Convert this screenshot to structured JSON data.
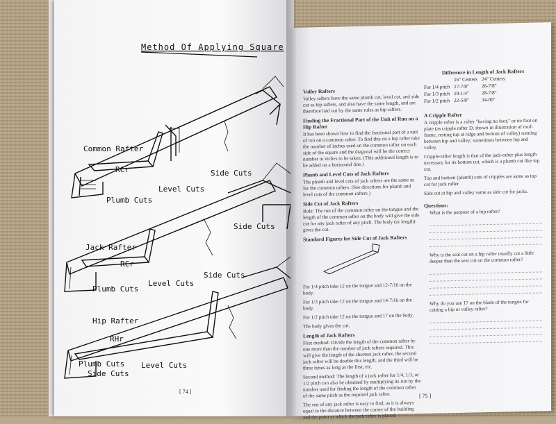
{
  "left_page": {
    "title": "Method Of Applying Square",
    "page_number": "[ 74 ]",
    "labels": {
      "common_rafter": "Common Rafter",
      "rcr1": "RCr",
      "level_cuts1": "Level Cuts",
      "plumb_cuts1": "Plumb Cuts",
      "side_cuts1": "Side Cuts",
      "jack_rafter": "Jack Rafter",
      "rcr2": "RCr",
      "level_cuts2": "Level Cuts",
      "plumb_cuts2": "Plumb Cuts",
      "side_cuts2": "Side Cuts",
      "hip_rafter": "Hip Rafter",
      "rhr": "RHr",
      "level_cuts3": "Level Cuts",
      "plumb_cuts3": "Plumb Cuts",
      "side_cuts3": "Side Cuts"
    }
  },
  "right_page": {
    "page_number": "[ 75 ]",
    "col1": {
      "valley_head": "Valley Rafters",
      "valley_text": "Valley rafters have the same plumb cut, level cut, and side cut as hip rafters, and also have the same length, and are therefore laid out by the same rules as hip rafters.",
      "finding_head": "Finding the Fractional Part of the Unit of Run on a Hip Rafter",
      "finding_text": "It has been shown how to find the fractional part of a unit of run on a common rafter. To find this on a hip rafter take the number of inches used on the common rafter on each side of the square and the diagonal will be the correct number in inches to be taken. (This additional length is to be added on a horizontal line.)",
      "plumb_head": "Plumb and Level Cuts of Jack Rafters",
      "plumb_text": "The plumb and level cuts of jack rafters are the same as for the common rafters. (See directions for plumb and level cuts of the common rafters.)",
      "side_head": "Side Cut of Jack Rafters",
      "side_text": "Rule: The run of the common rafter on the tongue and the length of the common rafter on the body will give the side cut for any jack rafter of any pitch. The body (or length) gives the cut.",
      "std_head": "Standard Figures for Side Cut of Jack Rafters",
      "fig1": "For 1/4 pitch take 12 on the tongue and 12-7/16 on the body.",
      "fig2": "For 1/3 pitch take 12 on the tongue and 14-7/16 on the body.",
      "fig3": "For 1/2 pitch take 12 on the tongue and 17 on the body.",
      "fig4": "The body gives the cut.",
      "length_head": "Length of Jack Rafters",
      "length1": "First method: Divide the length of the common rafter by one more than the number of jack rafters required. This will give the length of the shortest jack rafter, the second jack rafter will be double this length, and the third will be three times as long as the first, etc.",
      "length2": "Second method: The length of a jack rafter for 1/4, 1/3, or 1/2 pitch can also be obtained by multiplying its run by the number used for finding the length of the common rafter of the same pitch as the required jack rafter.",
      "length3": "The run of any jack rafter is easy to find, as it is always equal to the distance between the corner of the building and the point at which the jack rafter is placed."
    },
    "col2": {
      "table_title": "Difference in Length of Jack Rafters",
      "table_headers": [
        "",
        "16\" Centers",
        "24\" Centers"
      ],
      "table_rows": [
        [
          "For 1/4 pitch",
          "17-7/8\"",
          "26-7/8\""
        ],
        [
          "For 1/3 pitch",
          "19-1/4\"",
          "28-7/8\""
        ],
        [
          "For 1/2 pitch",
          "22-5/8\"",
          "34-00\""
        ]
      ],
      "cripple_head": "A Cripple Rafter",
      "cripple1": "A cripple rafter is a rafter \"having no foot,\" or no foot on plate (as cripple rafter D, shown in illustration of roof-frame, resting top at ridge and bottom of valley) running between hip and valley; sometimes between hip and valley.",
      "cripple2": "Cripple-rafter length is that of the jack-rafter plus length necessary for its bottom cut, which is a plumb cut like top cut.",
      "cripple3": "Top and bottom (plumb) cuts of cripples are same as top cut for jack rafter.",
      "cripple4": "Side cut at hip and valley same as side cut for jacks.",
      "questions_head": "Questions:",
      "q1": "What is the purpose of a hip rafter?",
      "q2": "Why is the seat cut on a hip rafter usually cut a little deeper than the seat cut on the common rafter?",
      "q3": "Why do you use 17 on the blade of the tongue for cutting a hip or valley rafter?"
    }
  }
}
